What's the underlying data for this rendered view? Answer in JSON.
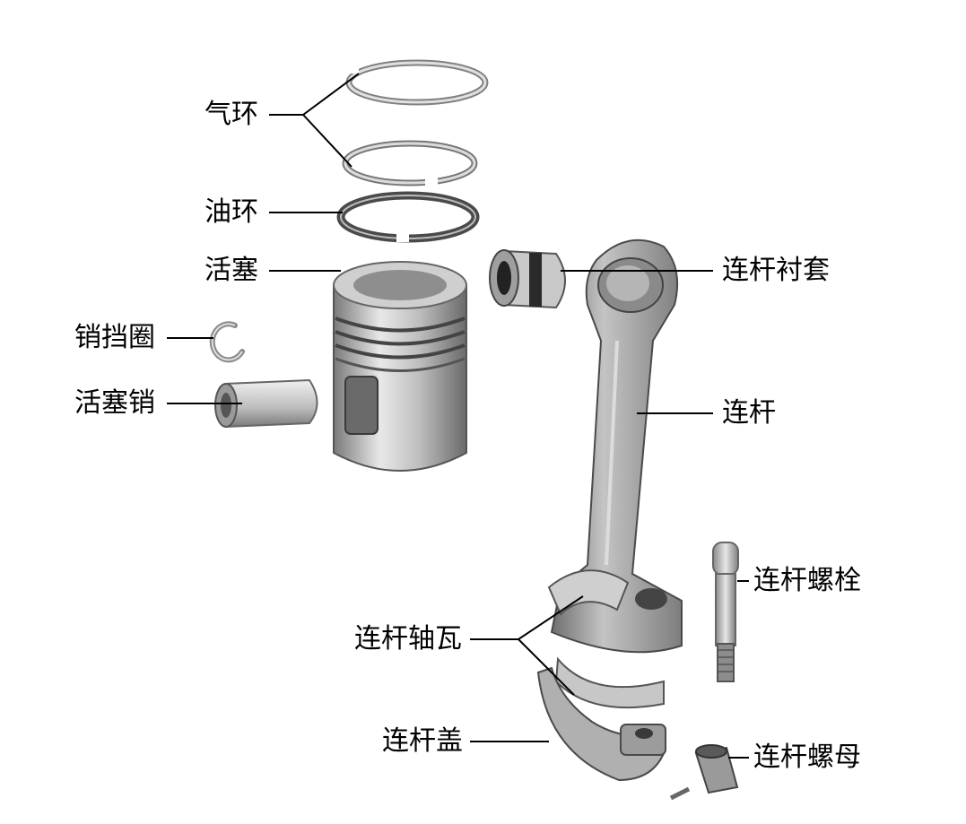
{
  "labels": {
    "compression_ring": "气环",
    "oil_ring": "油环",
    "piston": "活塞",
    "pin_retainer": "销挡圈",
    "piston_pin": "活塞销",
    "small_end_bushing": "连杆衬套",
    "connecting_rod": "连杆",
    "rod_bolt": "连杆螺栓",
    "rod_bearing": "连杆轴瓦",
    "rod_cap": "连杆盖",
    "rod_nut": "连杆螺母"
  },
  "colors": {
    "metal_light": "#d9d9d9",
    "metal_mid": "#a6a6a6",
    "metal_dark": "#555555",
    "line": "#000000"
  }
}
